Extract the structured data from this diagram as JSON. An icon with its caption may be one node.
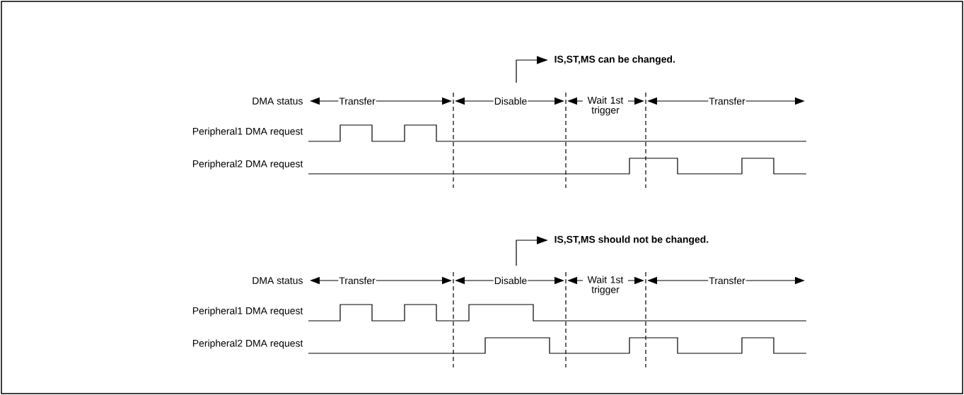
{
  "diagram": {
    "nodes": [
      {
        "text": [
          "IS,ST,MS can be changed."
        ]
      },
      {
        "text": [
          "IS,ST,MS should not be changed."
        ]
      }
    ],
    "edges": [
      {
        "from": null,
        "to": 0,
        "arrow": "to"
      },
      {
        "from": null,
        "to": 1,
        "arrow": "to"
      }
    ],
    "labels": [
      "DMA status",
      "Transfer",
      "Disable",
      "Wait 1st trigger",
      "Transfer",
      "Peripheral1 DMA request",
      "Peripheral2 DMA request",
      "DMA status",
      "Transfer",
      "Disable",
      "Wait 1st trigger",
      "Transfer",
      "Peripheral1 DMA request",
      "Peripheral2 DMA request"
    ]
  }
}
